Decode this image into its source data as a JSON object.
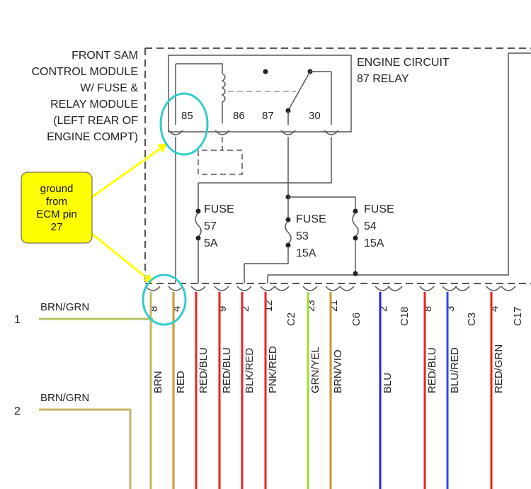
{
  "module": {
    "lines": [
      "FRONT SAM",
      "CONTROL MODULE",
      "W/ FUSE &",
      "RELAY MODULE",
      "(LEFT REAR OF",
      "ENGINE COMPT)"
    ]
  },
  "relay": {
    "lines": [
      "ENGINE CIRCUIT",
      "87 RELAY"
    ],
    "pins": [
      "85",
      "86",
      "87",
      "30"
    ]
  },
  "fuses": [
    {
      "label": "FUSE",
      "number": "57",
      "rating": "5A"
    },
    {
      "label": "FUSE",
      "number": "53",
      "rating": "15A"
    },
    {
      "label": "FUSE",
      "number": "54",
      "rating": "15A"
    }
  ],
  "callout": {
    "lines": [
      "ground",
      "from",
      "ECM pin",
      "27"
    ],
    "fill": "#ffff00",
    "highlight": "#33cccc"
  },
  "connectors": [
    {
      "pin": "8",
      "wire": "BRN",
      "color": "#c8b464"
    },
    {
      "pin": "4",
      "wire": "RED",
      "color": "#c89632"
    },
    {
      "pin": "",
      "wire": "RED/BLU",
      "color": "#ee2020"
    },
    {
      "pin": "9",
      "wire": "RED/BLU",
      "color": "#ee2020"
    },
    {
      "pin": "2",
      "wire": "BLK/RED",
      "color": "#ee2020"
    },
    {
      "pin": "12",
      "wire": "PNK/RED",
      "color": "#ee2020"
    },
    {
      "pin": "C2",
      "wire": "",
      "color": ""
    },
    {
      "pin": "23",
      "wire": "GRN/YEL",
      "color": "#99dd33"
    },
    {
      "pin": "21",
      "wire": "BRN/VIO",
      "color": "#c89632"
    },
    {
      "pin": "C6",
      "wire": "",
      "color": ""
    },
    {
      "pin": "2",
      "wire": "BLU",
      "color": "#2222ee"
    },
    {
      "pin": "C18",
      "wire": "",
      "color": ""
    },
    {
      "pin": "8",
      "wire": "RED/BLU",
      "color": "#ee2020"
    },
    {
      "pin": "3",
      "wire": "BLU/RED",
      "color": "#3344ee"
    },
    {
      "pin": "C3",
      "wire": "",
      "color": ""
    },
    {
      "pin": "4",
      "wire": "RED/GRN",
      "color": "#ee2020"
    },
    {
      "pin": "C17",
      "wire": "",
      "color": ""
    }
  ],
  "rows": [
    {
      "number": "1",
      "wire": "BRN/GRN",
      "color": "#b4c864"
    },
    {
      "number": "2",
      "wire": "BRN/GRN",
      "color": "#c8b464"
    }
  ]
}
